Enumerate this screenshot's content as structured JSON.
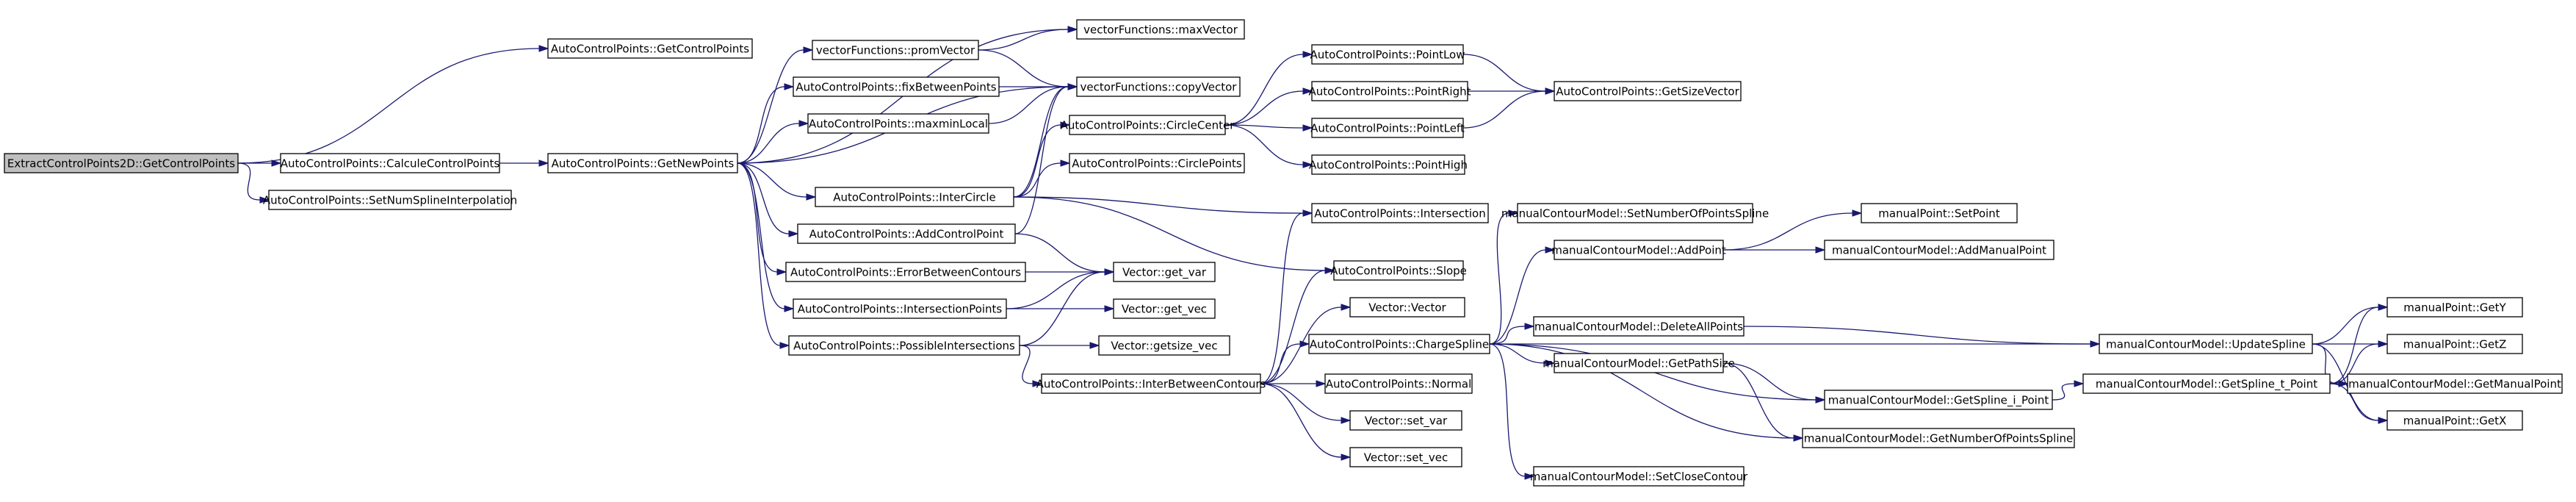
{
  "graph": {
    "colors": {
      "edge": "#191970",
      "node_fill": "#ffffff",
      "root_fill": "#bfbfbf",
      "border": "#000000"
    },
    "nodes": [
      {
        "id": "n0",
        "label": "ExtractControlPoints2D::GetControlPoints",
        "root": true
      },
      {
        "id": "n1",
        "label": "AutoControlPoints::GetControlPoints"
      },
      {
        "id": "n2",
        "label": "AutoControlPoints::CalculeControlPoints"
      },
      {
        "id": "n3",
        "label": "AutoControlPoints::SetNumSplineInterpolation"
      },
      {
        "id": "n4",
        "label": "AutoControlPoints::GetNewPoints"
      },
      {
        "id": "n5",
        "label": "vectorFunctions::promVector"
      },
      {
        "id": "n6",
        "label": "vectorFunctions::maxVector"
      },
      {
        "id": "n7",
        "label": "vectorFunctions::copyVector"
      },
      {
        "id": "n8",
        "label": "AutoControlPoints::fixBetweenPoints"
      },
      {
        "id": "n9",
        "label": "AutoControlPoints::maxminLocal"
      },
      {
        "id": "n10",
        "label": "AutoControlPoints::InterCircle"
      },
      {
        "id": "n11",
        "label": "AutoControlPoints::AddControlPoint"
      },
      {
        "id": "n12",
        "label": "AutoControlPoints::ErrorBetweenContours"
      },
      {
        "id": "n13",
        "label": "AutoControlPoints::IntersectionPoints"
      },
      {
        "id": "n14",
        "label": "AutoControlPoints::PossibleIntersections"
      },
      {
        "id": "n15",
        "label": "AutoControlPoints::CircleCenter"
      },
      {
        "id": "n16",
        "label": "AutoControlPoints::CirclePoints"
      },
      {
        "id": "n17",
        "label": "AutoControlPoints::PointLow"
      },
      {
        "id": "n18",
        "label": "AutoControlPoints::PointRight"
      },
      {
        "id": "n19",
        "label": "AutoControlPoints::PointLeft"
      },
      {
        "id": "n20",
        "label": "AutoControlPoints::PointHigh"
      },
      {
        "id": "n21",
        "label": "AutoControlPoints::GetSizeVector"
      },
      {
        "id": "n22",
        "label": "AutoControlPoints::Intersection"
      },
      {
        "id": "n23",
        "label": "AutoControlPoints::Slope"
      },
      {
        "id": "n24",
        "label": "Vector::get_var"
      },
      {
        "id": "n25",
        "label": "Vector::get_vec"
      },
      {
        "id": "n26",
        "label": "Vector::getsize_vec"
      },
      {
        "id": "n27",
        "label": "AutoControlPoints::InterBetweenContours"
      },
      {
        "id": "n28",
        "label": "Vector::Vector"
      },
      {
        "id": "n29",
        "label": "AutoControlPoints::ChargeSpline"
      },
      {
        "id": "n30",
        "label": "AutoControlPoints::Normal"
      },
      {
        "id": "n31",
        "label": "Vector::set_var"
      },
      {
        "id": "n32",
        "label": "Vector::set_vec"
      },
      {
        "id": "n33",
        "label": "manualContourModel::SetNumberOfPointsSpline"
      },
      {
        "id": "n34",
        "label": "manualContourModel::AddPoint"
      },
      {
        "id": "n35",
        "label": "manualContourModel::DeleteAllPoints"
      },
      {
        "id": "n36",
        "label": "manualContourModel::GetPathSize"
      },
      {
        "id": "n37",
        "label": "manualContourModel::SetCloseContour"
      },
      {
        "id": "n38",
        "label": "manualPoint::SetPoint"
      },
      {
        "id": "n39",
        "label": "manualContourModel::AddManualPoint"
      },
      {
        "id": "n40",
        "label": "manualContourModel::UpdateSpline"
      },
      {
        "id": "n41",
        "label": "manualContourModel::GetSpline_i_Point"
      },
      {
        "id": "n42",
        "label": "manualContourModel::GetNumberOfPointsSpline"
      },
      {
        "id": "n43",
        "label": "manualContourModel::GetSpline_t_Point"
      },
      {
        "id": "n44",
        "label": "manualPoint::GetY"
      },
      {
        "id": "n45",
        "label": "manualPoint::GetZ"
      },
      {
        "id": "n46",
        "label": "manualContourModel::GetManualPoint"
      },
      {
        "id": "n47",
        "label": "manualPoint::GetX"
      }
    ],
    "edges": [
      [
        "n0",
        "n1"
      ],
      [
        "n0",
        "n2"
      ],
      [
        "n0",
        "n3"
      ],
      [
        "n2",
        "n4"
      ],
      [
        "n4",
        "n5"
      ],
      [
        "n4",
        "n6"
      ],
      [
        "n4",
        "n7"
      ],
      [
        "n4",
        "n8"
      ],
      [
        "n4",
        "n9"
      ],
      [
        "n4",
        "n10"
      ],
      [
        "n4",
        "n11"
      ],
      [
        "n4",
        "n12"
      ],
      [
        "n4",
        "n13"
      ],
      [
        "n4",
        "n14"
      ],
      [
        "n5",
        "n6"
      ],
      [
        "n5",
        "n7"
      ],
      [
        "n8",
        "n7"
      ],
      [
        "n9",
        "n7"
      ],
      [
        "n10",
        "n7"
      ],
      [
        "n10",
        "n15"
      ],
      [
        "n10",
        "n16"
      ],
      [
        "n10",
        "n22"
      ],
      [
        "n10",
        "n23"
      ],
      [
        "n11",
        "n7"
      ],
      [
        "n11",
        "n24"
      ],
      [
        "n15",
        "n17"
      ],
      [
        "n15",
        "n18"
      ],
      [
        "n15",
        "n19"
      ],
      [
        "n15",
        "n20"
      ],
      [
        "n17",
        "n21"
      ],
      [
        "n18",
        "n21"
      ],
      [
        "n19",
        "n21"
      ],
      [
        "n12",
        "n24"
      ],
      [
        "n13",
        "n24"
      ],
      [
        "n13",
        "n25"
      ],
      [
        "n14",
        "n24"
      ],
      [
        "n14",
        "n26"
      ],
      [
        "n14",
        "n27"
      ],
      [
        "n27",
        "n22"
      ],
      [
        "n27",
        "n23"
      ],
      [
        "n27",
        "n28"
      ],
      [
        "n27",
        "n29"
      ],
      [
        "n27",
        "n30"
      ],
      [
        "n27",
        "n31"
      ],
      [
        "n27",
        "n32"
      ],
      [
        "n29",
        "n33"
      ],
      [
        "n29",
        "n34"
      ],
      [
        "n29",
        "n35"
      ],
      [
        "n29",
        "n36"
      ],
      [
        "n29",
        "n37"
      ],
      [
        "n29",
        "n40"
      ],
      [
        "n29",
        "n41"
      ],
      [
        "n29",
        "n42"
      ],
      [
        "n34",
        "n38"
      ],
      [
        "n34",
        "n39"
      ],
      [
        "n35",
        "n40"
      ],
      [
        "n36",
        "n41"
      ],
      [
        "n36",
        "n42"
      ],
      [
        "n41",
        "n43"
      ],
      [
        "n43",
        "n44"
      ],
      [
        "n43",
        "n45"
      ],
      [
        "n43",
        "n46"
      ],
      [
        "n43",
        "n47"
      ],
      [
        "n40",
        "n44"
      ],
      [
        "n40",
        "n45"
      ],
      [
        "n40",
        "n46"
      ],
      [
        "n40",
        "n47"
      ]
    ]
  }
}
